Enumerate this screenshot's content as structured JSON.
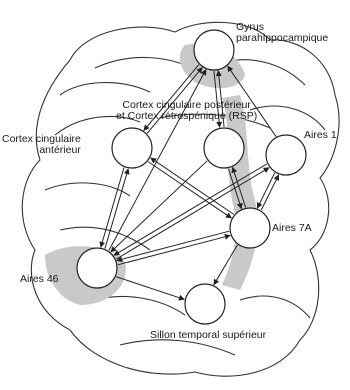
{
  "diagram": {
    "regions": [
      {
        "id": "gyrus",
        "lines": [
          "Gyrus",
          "parahippocampique"
        ]
      },
      {
        "id": "cortex_post",
        "lines": [
          "Cortex cingulaire postérieur",
          "et Cortex rétrospénique (RSP)"
        ]
      },
      {
        "id": "cortex_ant",
        "lines": [
          "Cortex cingulaire",
          "antérieur"
        ]
      },
      {
        "id": "aires1",
        "lines": [
          "Aires 1"
        ]
      },
      {
        "id": "aires7a",
        "lines": [
          "Aires 7A"
        ]
      },
      {
        "id": "aires46",
        "lines": [
          "Aires 46"
        ]
      },
      {
        "id": "sillon",
        "lines": [
          "Sillon temporal supérieur"
        ]
      }
    ],
    "colors": {
      "stroke": "#222222",
      "shade": "#c8c8c8",
      "node_fill": "#ffffff"
    }
  }
}
